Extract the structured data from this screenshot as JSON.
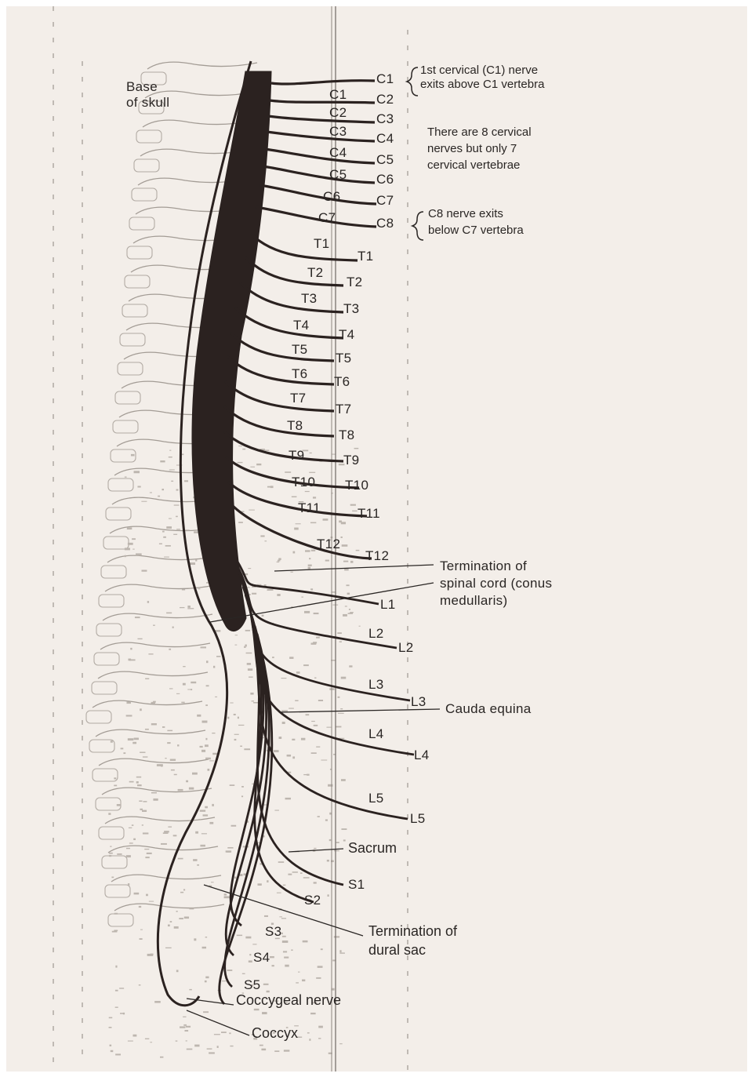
{
  "labels": {
    "base_of_skull": [
      "Base",
      "of skull"
    ],
    "c1_note": [
      "1st cervical (C1) nerve",
      "exits above C1 vertebra"
    ],
    "cervical_note": [
      "There are 8 cervical",
      "nerves but only 7",
      "cervical vertebrae"
    ],
    "c8_note": [
      "C8 nerve exits",
      "below C7 vertebra"
    ],
    "conus_note": [
      "Termination of",
      "spinal cord (conus",
      "medullaris)"
    ],
    "cauda_equina": "Cauda equina",
    "sacrum": "Sacrum",
    "dural_sac_note": [
      "Termination of",
      "dural sac"
    ],
    "coccygeal_nerve": "Coccygeal nerve",
    "coccyx": "Coccyx",
    "nerves": [
      "C1",
      "C2",
      "C3",
      "C4",
      "C5",
      "C6",
      "C7",
      "C8",
      "T1",
      "T2",
      "T3",
      "T4",
      "T5",
      "T6",
      "T7",
      "T8",
      "T9",
      "T10",
      "T11",
      "T12",
      "L1",
      "L2",
      "L3",
      "L4",
      "L5",
      "S1",
      "S2",
      "S3",
      "S4",
      "S5"
    ],
    "vertebrae": [
      "C1",
      "C2",
      "C3",
      "C4",
      "C5",
      "C6",
      "C7",
      "T1",
      "T2",
      "T3",
      "T4",
      "T5",
      "T6",
      "T7",
      "T8",
      "T9",
      "T10",
      "T11",
      "T12",
      "L2",
      "L3",
      "L4",
      "L5"
    ]
  },
  "colors": {
    "ink": "#2a2624",
    "paper": "#f3eee9",
    "cord": "#2b2220"
  }
}
